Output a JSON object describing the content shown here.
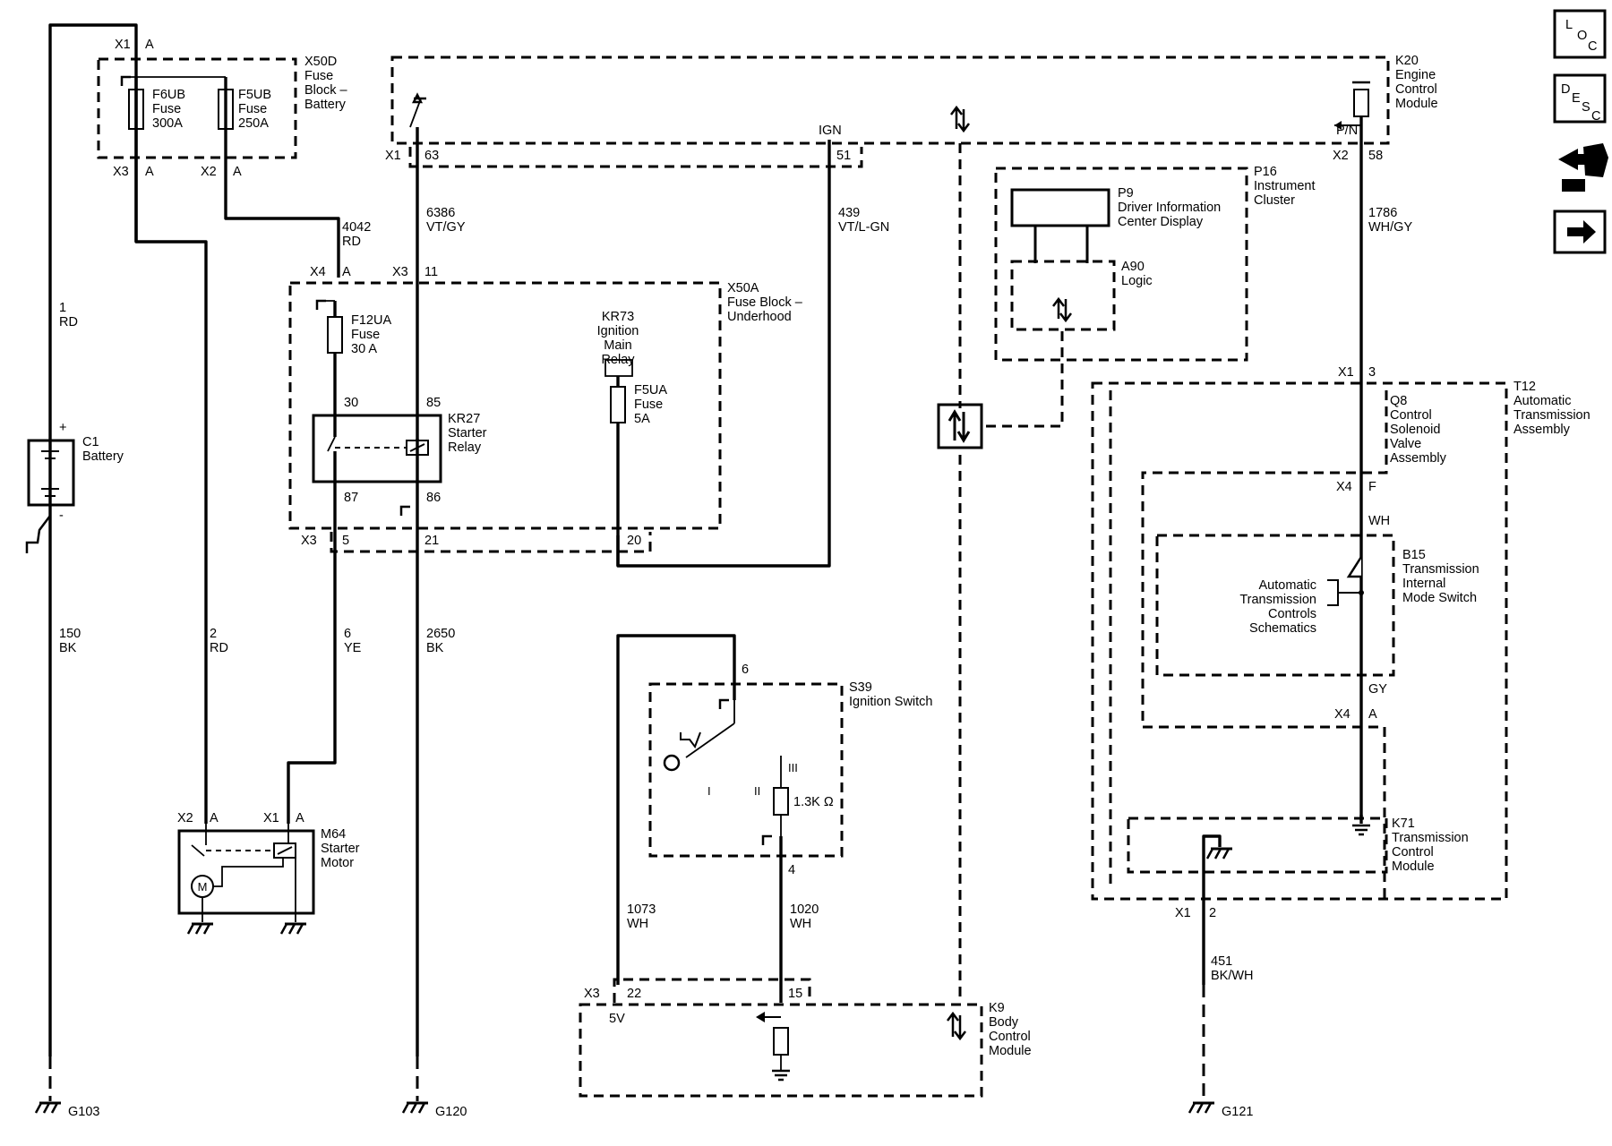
{
  "nav": {
    "loc": {
      "l": "L",
      "o": "O",
      "c": "C"
    },
    "desc": {
      "d": "D",
      "e": "E",
      "s": "S",
      "c": "C"
    }
  },
  "components": {
    "x50d": [
      "X50D",
      "Fuse",
      "Block –",
      "Battery"
    ],
    "k20": [
      "K20",
      "Engine",
      "Control",
      "Module"
    ],
    "p16": [
      "P16",
      "Instrument",
      "Cluster"
    ],
    "p9": [
      "P9",
      "Driver Information",
      "Center Display"
    ],
    "a90": [
      "A90",
      "Logic"
    ],
    "x50a": [
      "X50A",
      "Fuse Block –",
      "Underhood"
    ],
    "kr73": [
      "KR73",
      "Ignition",
      "Main",
      "Relay"
    ],
    "f5ua": [
      "F5UA",
      "Fuse",
      "5A"
    ],
    "f12ua": [
      "F12UA",
      "Fuse",
      "30 A"
    ],
    "kr27": [
      "KR27",
      "Starter",
      "Relay"
    ],
    "f6ub": [
      "F6UB",
      "Fuse",
      "300A"
    ],
    "f5ub": [
      "F5UB",
      "Fuse",
      "250A"
    ],
    "c1": [
      "C1",
      "Battery"
    ],
    "t12": [
      "T12",
      "Automatic",
      "Transmission",
      "Assembly"
    ],
    "q8": [
      "Q8",
      "Control",
      "Solenoid",
      "Valve",
      "Assembly"
    ],
    "b15": [
      "B15",
      "Transmission",
      "Internal",
      "Mode Switch"
    ],
    "atcs": [
      "Automatic",
      "Transmission",
      "Controls",
      "Schematics"
    ],
    "k71": [
      "K71",
      "Transmission",
      "Control",
      "Module"
    ],
    "m64": [
      "M64",
      "Starter",
      "Motor"
    ],
    "s39": [
      "S39",
      "Ignition Switch"
    ],
    "k9": [
      "K9",
      "Body",
      "Control",
      "Module"
    ],
    "resistor": "1.3K Ω",
    "motor": "M",
    "switch_pos": {
      "i": "I",
      "ii": "II",
      "iii": "III"
    }
  },
  "connectors": {
    "x1a_top": [
      "X1",
      "A"
    ],
    "x3a_l": [
      "X3",
      "A"
    ],
    "x2a_l": [
      "X2",
      "A"
    ],
    "x1_63": [
      "X1",
      "63"
    ],
    "ign": "IGN",
    "pin51": "51",
    "pn": "P/N",
    "x2_58": [
      "X2",
      "58"
    ],
    "x4a": [
      "X4",
      "A"
    ],
    "x3_11": [
      "X3",
      "11"
    ],
    "p30": "30",
    "p85": "85",
    "p87": "87",
    "p86": "86",
    "x3_5": [
      "X3",
      "5"
    ],
    "p21": "21",
    "p20": "20",
    "x1_3": [
      "X1",
      "3"
    ],
    "x4f": [
      "X4",
      "F"
    ],
    "x4a2": [
      "X4",
      "A"
    ],
    "x1_2": [
      "X1",
      "2"
    ],
    "x2a_m": [
      "X2",
      "A"
    ],
    "x1a_m": [
      "X1",
      "A"
    ],
    "p6": "6",
    "p4": "4",
    "x3_22": [
      "X3",
      "22"
    ],
    "p15": "15",
    "plus": "+",
    "minus": "-",
    "v5": "5V"
  },
  "wires": {
    "w4042": [
      "4042",
      "RD"
    ],
    "w6386": [
      "6386",
      "VT/GY"
    ],
    "w439": [
      "439",
      "VT/L-GN"
    ],
    "w1786": [
      "1786",
      "WH/GY"
    ],
    "w1": [
      "1",
      "RD"
    ],
    "w150": [
      "150",
      "BK"
    ],
    "w2": [
      "2",
      "RD"
    ],
    "w6": [
      "6",
      "YE"
    ],
    "w2650": [
      "2650",
      "BK"
    ],
    "w1073": [
      "1073",
      "WH"
    ],
    "w1020": [
      "1020",
      "WH"
    ],
    "w451": [
      "451",
      "BK/WH"
    ],
    "wh": "WH",
    "gy": "GY"
  },
  "grounds": {
    "g103": "G103",
    "g120": "G120",
    "g121": "G121"
  }
}
